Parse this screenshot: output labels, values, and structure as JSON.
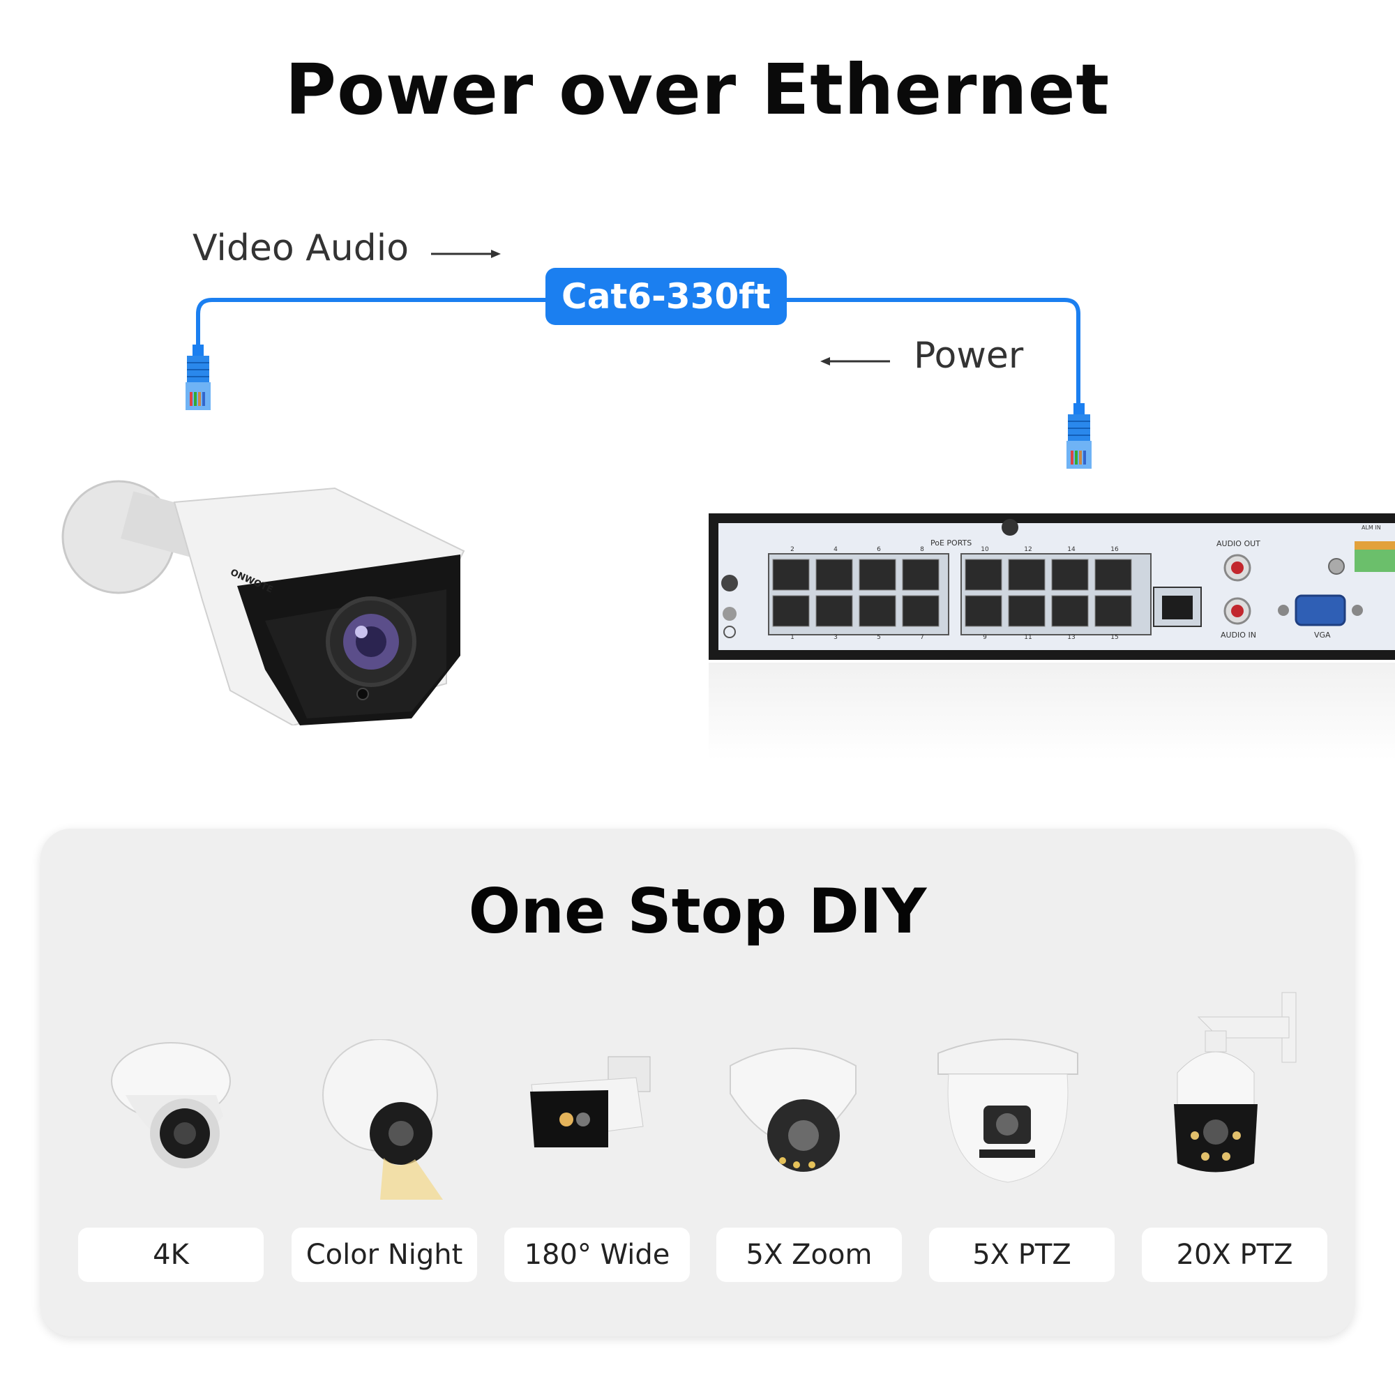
{
  "title": "Power over Ethernet",
  "flow": {
    "video_audio": "Video Audio",
    "power": "Power",
    "cable": "Cat6-330ft"
  },
  "brand": "ONWOTE",
  "nvr": {
    "poe_ports_label": "PoE PORTS",
    "audio_out": "AUDIO OUT",
    "audio_in": "AUDIO IN",
    "vga": "VGA",
    "alarm_in": "ALM IN",
    "top_port_numbers": [
      "2",
      "4",
      "6",
      "8",
      "10",
      "12",
      "14",
      "16"
    ],
    "bottom_port_numbers": [
      "1",
      "3",
      "5",
      "7",
      "9",
      "11",
      "13",
      "15"
    ]
  },
  "diy": {
    "title": "One Stop DIY",
    "items": [
      {
        "label": "4K",
        "icon": "turret-camera-icon"
      },
      {
        "label": "Color Night",
        "icon": "dome-camera-color-night-icon"
      },
      {
        "label": "180° Wide",
        "icon": "bullet-camera-wide-icon"
      },
      {
        "label": "5X Zoom",
        "icon": "dome-camera-zoom-icon"
      },
      {
        "label": "5X PTZ",
        "icon": "ptz-camera-icon"
      },
      {
        "label": "20X PTZ",
        "icon": "ptz-camera-wall-mount-icon"
      }
    ]
  },
  "colors": {
    "cable_blue": "#1b7ff0",
    "panel_bg": "#efefef",
    "text_dark": "#0a0a0a"
  }
}
